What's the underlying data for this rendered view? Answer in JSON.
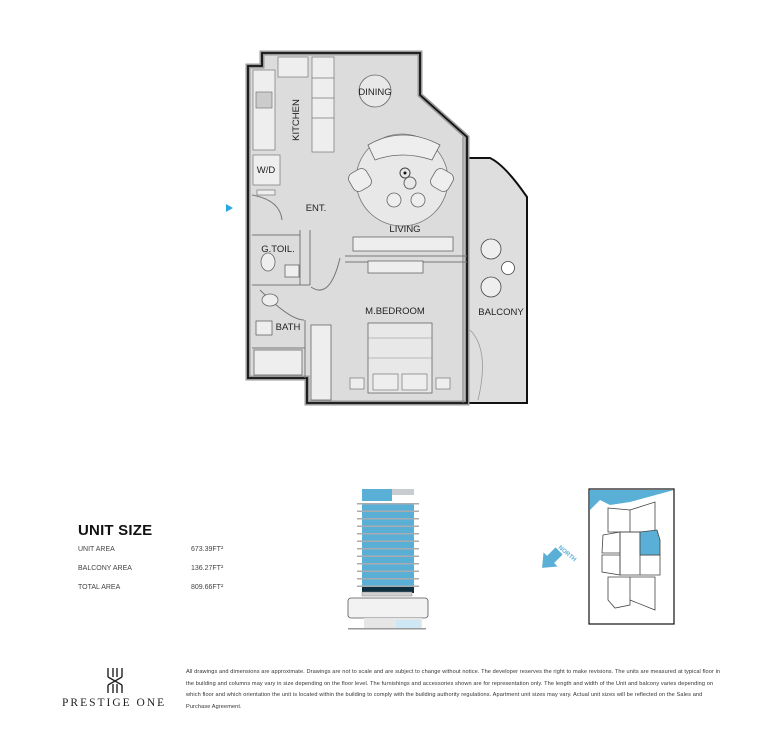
{
  "floor_plan": {
    "rooms": {
      "dining": "DINING",
      "kitchen": "KITCHEN",
      "wd": "W/D",
      "entrance": "ENT.",
      "living": "LIVING",
      "guest_toilet": "G.TOIL.",
      "bath": "BATH",
      "master_bedroom": "M.BEDROOM",
      "balcony": "BALCONY"
    },
    "entrance_marker_color": "#29a8e0"
  },
  "unit_size": {
    "title": "UNIT SIZE",
    "rows": [
      {
        "label": "UNIT AREA",
        "value": "673.39FT²"
      },
      {
        "label": "BALCONY AREA",
        "value": "136.27FT²"
      },
      {
        "label": "TOTAL AREA",
        "value": "809.66FT²"
      }
    ]
  },
  "key_plan": {
    "north_label": "NORTH",
    "highlight_color": "#5aafd6"
  },
  "brand": {
    "name": "PRESTIGE ONE"
  },
  "disclaimer": "All drawings and dimensions are approximate. Drawings are not to scale and are subject to change without notice. The developer reserves the right to make revisions. The units are measured at typical floor in the building and columns may vary in size depending on the floor level. The furnishings and accessories shown are for representation only. The length and width of the Unit and balcony varies depending on which floor and which orientation the unit is located within the building to comply with the building authority regulations. Apartment unit sizes may vary. Actual unit sizes will be reflected on the Sales and Purchase Agreement."
}
